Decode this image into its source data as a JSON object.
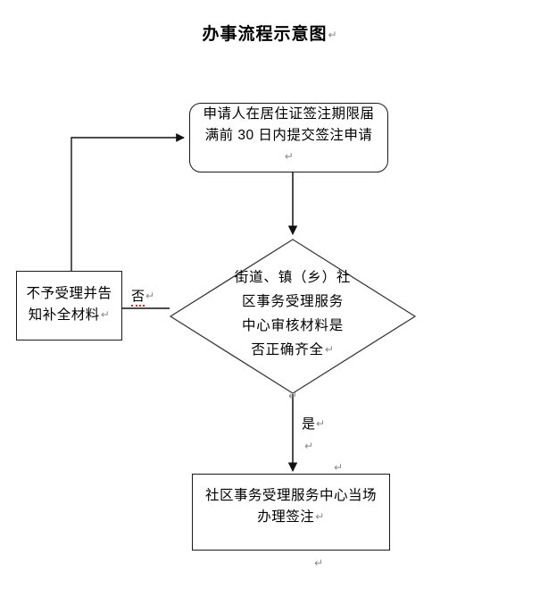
{
  "document": {
    "title": "办事流程示意图",
    "paragraph_mark": "↵"
  },
  "flowchart": {
    "type": "flowchart",
    "nodes": [
      {
        "id": "apply",
        "shape": "rounded-rectangle",
        "lines": [
          "申请人在居住证签注期限届",
          "满前 30 日内提交签注申请"
        ],
        "text": "申请人在居住证签注期限届满前 30 日内提交签注申请"
      },
      {
        "id": "decision",
        "shape": "diamond",
        "lines": [
          "街道、镇（乡）社",
          "区事务受理服务",
          "中心审核材料是",
          "否正确齐全"
        ],
        "text": "街道、镇（乡）社区事务受理服务中心审核材料是否正确齐全"
      },
      {
        "id": "reject",
        "shape": "rectangle",
        "lines": [
          "不予受理并告",
          "知补全材料"
        ],
        "text": "不予受理并告知补全材料"
      },
      {
        "id": "done",
        "shape": "rectangle",
        "lines": [
          "社区事务受理服务中心当场",
          "办理签注"
        ],
        "text": "社区事务受理服务中心当场办理签注"
      }
    ],
    "edges": [
      {
        "from": "apply",
        "to": "decision",
        "label": ""
      },
      {
        "from": "decision",
        "to": "reject",
        "label": "否",
        "spellcheck_flagged": true
      },
      {
        "from": "decision",
        "to": "done",
        "label": "是"
      },
      {
        "from": "reject",
        "to": "apply",
        "label": ""
      }
    ],
    "colors": {
      "stroke": "#1a1a1a",
      "text": "#000000",
      "background": "#ffffff",
      "pilcrow": "#8a8a8a",
      "spellcheck_underline": "#c03030"
    }
  }
}
